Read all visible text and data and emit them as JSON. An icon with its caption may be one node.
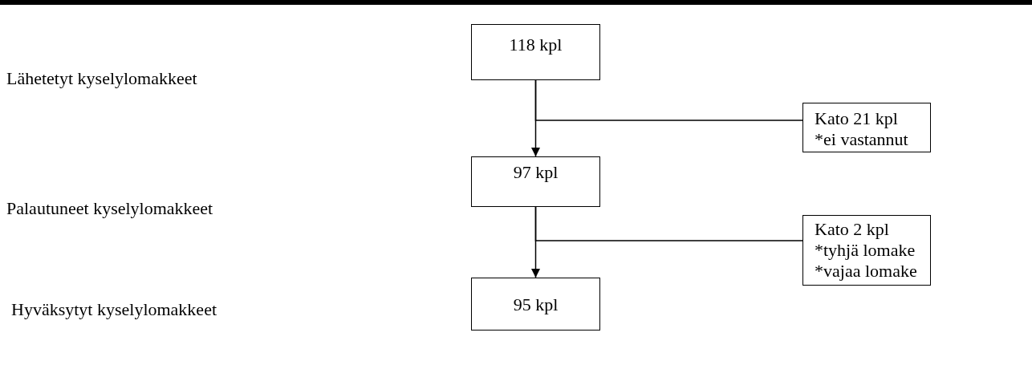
{
  "diagram": {
    "nodes": [
      {
        "text": [
          "118 kpl"
        ]
      },
      {
        "text": [
          "Kato 21 kpl",
          "*ei vastannut"
        ]
      },
      {
        "text": [
          "97 kpl"
        ]
      },
      {
        "text": [
          "Kato 2 kpl",
          "*tyhjä lomake",
          "*vajaa lomake"
        ]
      },
      {
        "text": [
          "95 kpl"
        ]
      }
    ],
    "edges": [
      {
        "from": 0,
        "to": 2,
        "arrow": "to"
      },
      {
        "from": 0,
        "to": 1,
        "arrow": "none"
      },
      {
        "from": 2,
        "to": 4,
        "arrow": "to"
      },
      {
        "from": 2,
        "to": 3,
        "arrow": "none"
      }
    ],
    "labels": [
      "Lähetetyt kyselylomakkeet",
      "Palautuneet kyselylomakkeet",
      "Hyväksytyt kyselylomakkeet"
    ]
  }
}
